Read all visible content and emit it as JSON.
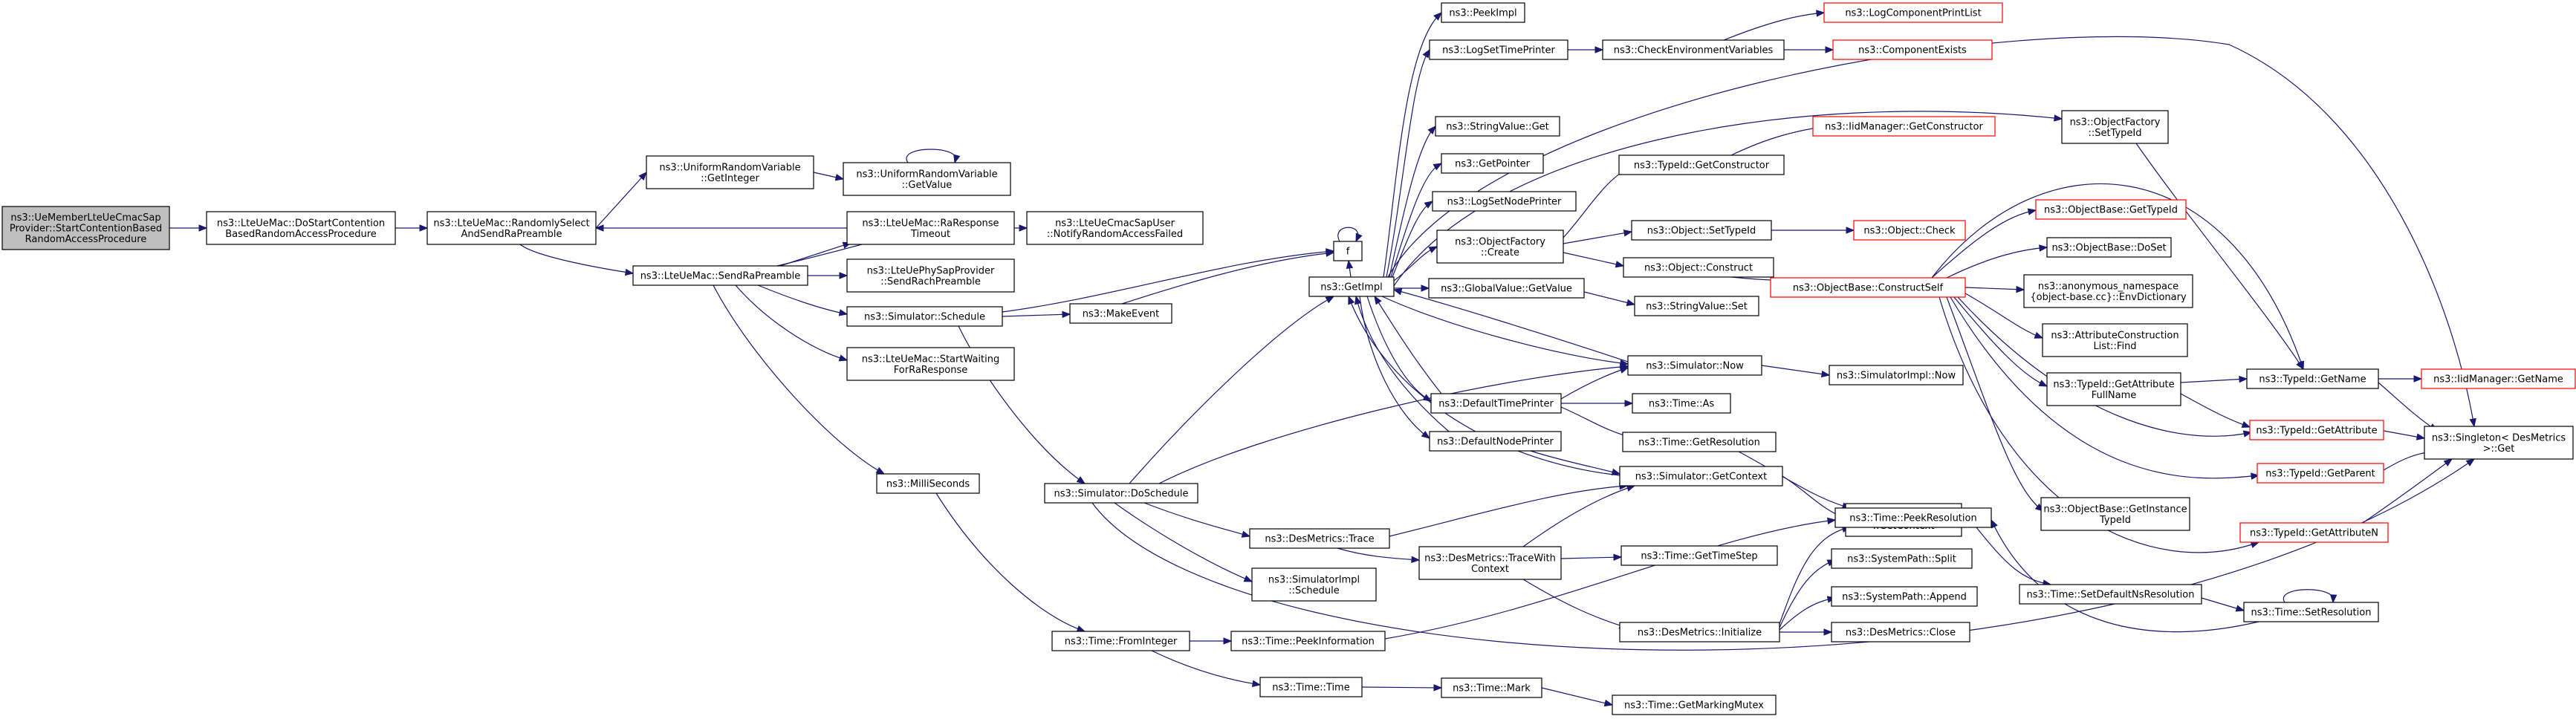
{
  "colors": {
    "edge": "#191970",
    "node_fill": "#ffffff",
    "root_fill": "#bfbfbf",
    "node_border": "#000000",
    "truncated_border": "#ff0000"
  },
  "nodes": [
    {
      "id": "root",
      "lines": [
        "ns3::UeMemberLteUeCmacSap",
        "Provider::StartContentionBased",
        "RandomAccessProcedure"
      ],
      "root": true
    },
    {
      "id": "doStart",
      "lines": [
        "ns3::LteUeMac::DoStartContention",
        "BasedRandomAccessProcedure"
      ]
    },
    {
      "id": "randSel",
      "lines": [
        "ns3::LteUeMac::RandomlySelect",
        "AndSendRaPreamble"
      ]
    },
    {
      "id": "urvGetInt",
      "lines": [
        "ns3::UniformRandomVariable",
        "::GetInteger"
      ]
    },
    {
      "id": "urvGetVal",
      "lines": [
        "ns3::UniformRandomVariable",
        "::GetValue"
      ]
    },
    {
      "id": "raRespTimeout",
      "lines": [
        "ns3::LteUeMac::RaResponse",
        "Timeout"
      ]
    },
    {
      "id": "notifyRaFailed",
      "lines": [
        "ns3::LteUeCmacSapUser",
        "::NotifyRandomAccessFailed"
      ]
    },
    {
      "id": "sendRaPre",
      "lines": [
        "ns3::LteUeMac::SendRaPreamble"
      ]
    },
    {
      "id": "sendRach",
      "lines": [
        "ns3::LteUePhySapProvider",
        "::SendRachPreamble"
      ]
    },
    {
      "id": "simSchedule",
      "lines": [
        "ns3::Simulator::Schedule"
      ]
    },
    {
      "id": "startWait",
      "lines": [
        "ns3::LteUeMac::StartWaiting",
        "ForRaResponse"
      ]
    },
    {
      "id": "milli",
      "lines": [
        "ns3::MilliSeconds"
      ]
    },
    {
      "id": "f",
      "lines": [
        "f"
      ]
    },
    {
      "id": "makeEvent",
      "lines": [
        "ns3::MakeEvent"
      ]
    },
    {
      "id": "doSchedule",
      "lines": [
        "ns3::Simulator::DoSchedule"
      ]
    },
    {
      "id": "getImpl",
      "lines": [
        "ns3::GetImpl"
      ]
    },
    {
      "id": "peekImpl",
      "lines": [
        "ns3::PeekImpl"
      ]
    },
    {
      "id": "logTimePrinter",
      "lines": [
        "ns3::LogSetTimePrinter"
      ]
    },
    {
      "id": "checkEnv",
      "lines": [
        "ns3::CheckEnvironmentVariables"
      ]
    },
    {
      "id": "logCompList",
      "lines": [
        "ns3::LogComponentPrintList"
      ],
      "truncated": true
    },
    {
      "id": "compExists",
      "lines": [
        "ns3::ComponentExists"
      ],
      "truncated": true
    },
    {
      "id": "strValGet",
      "lines": [
        "ns3::StringValue::Get"
      ]
    },
    {
      "id": "getPointer",
      "lines": [
        "ns3::GetPointer"
      ]
    },
    {
      "id": "logNodePrinter",
      "lines": [
        "ns3::LogSetNodePrinter"
      ]
    },
    {
      "id": "objFactCreate",
      "lines": [
        "ns3::ObjectFactory",
        "::Create"
      ]
    },
    {
      "id": "typeIdGetCtor",
      "lines": [
        "ns3::TypeId::GetConstructor"
      ]
    },
    {
      "id": "iidMgrGetCtor",
      "lines": [
        "ns3::IidManager::GetConstructor"
      ],
      "truncated": true
    },
    {
      "id": "objSetTypeId",
      "lines": [
        "ns3::Object::SetTypeId"
      ]
    },
    {
      "id": "objCheck",
      "lines": [
        "ns3::Object::Check"
      ],
      "truncated": true
    },
    {
      "id": "objConstruct",
      "lines": [
        "ns3::Object::Construct"
      ]
    },
    {
      "id": "globalValGet",
      "lines": [
        "ns3::GlobalValue::GetValue"
      ]
    },
    {
      "id": "strValSet",
      "lines": [
        "ns3::StringValue::Set"
      ]
    },
    {
      "id": "objFactSetTypeId",
      "lines": [
        "ns3::ObjectFactory",
        "::SetTypeId"
      ]
    },
    {
      "id": "simNow",
      "lines": [
        "ns3::Simulator::Now"
      ]
    },
    {
      "id": "simImplNow",
      "lines": [
        "ns3::SimulatorImpl::Now"
      ]
    },
    {
      "id": "defTimePrinter",
      "lines": [
        "ns3::DefaultTimePrinter"
      ]
    },
    {
      "id": "timeAs",
      "lines": [
        "ns3::Time::As"
      ]
    },
    {
      "id": "defNodePrinter",
      "lines": [
        "ns3::DefaultNodePrinter"
      ]
    },
    {
      "id": "timeGetRes",
      "lines": [
        "ns3::Time::GetResolution"
      ]
    },
    {
      "id": "simGetCtx",
      "lines": [
        "ns3::Simulator::GetContext"
      ]
    },
    {
      "id": "simImplGetCtx",
      "lines": [
        "ns3::SimulatorImpl",
        "::GetContext"
      ]
    },
    {
      "id": "desTrace",
      "lines": [
        "ns3::DesMetrics::Trace"
      ]
    },
    {
      "id": "simImplSched",
      "lines": [
        "ns3::SimulatorImpl",
        "::Schedule"
      ]
    },
    {
      "id": "desTraceWith",
      "lines": [
        "ns3::DesMetrics::TraceWith",
        "Context"
      ]
    },
    {
      "id": "timeGetStep",
      "lines": [
        "ns3::Time::GetTimeStep"
      ]
    },
    {
      "id": "timePeekRes",
      "lines": [
        "ns3::Time::PeekResolution"
      ]
    },
    {
      "id": "sysPathSplit",
      "lines": [
        "ns3::SystemPath::Split"
      ]
    },
    {
      "id": "sysPathAppend",
      "lines": [
        "ns3::SystemPath::Append"
      ]
    },
    {
      "id": "desInit",
      "lines": [
        "ns3::DesMetrics::Initialize"
      ]
    },
    {
      "id": "desClose",
      "lines": [
        "ns3::DesMetrics::Close"
      ]
    },
    {
      "id": "timeSetDefNs",
      "lines": [
        "ns3::Time::SetDefaultNsResolution"
      ]
    },
    {
      "id": "timeSetRes",
      "lines": [
        "ns3::Time::SetResolution"
      ]
    },
    {
      "id": "timeFromInt",
      "lines": [
        "ns3::Time::FromInteger"
      ]
    },
    {
      "id": "timePeekInfo",
      "lines": [
        "ns3::Time::PeekInformation"
      ]
    },
    {
      "id": "timeTime",
      "lines": [
        "ns3::Time::Time"
      ]
    },
    {
      "id": "timeMark",
      "lines": [
        "ns3::Time::Mark"
      ]
    },
    {
      "id": "timeGetMarkMutex",
      "lines": [
        "ns3::Time::GetMarkingMutex"
      ]
    },
    {
      "id": "objBaseConstructSelf",
      "lines": [
        "ns3::ObjectBase::ConstructSelf"
      ],
      "truncated": true
    },
    {
      "id": "objBaseGetTypeId",
      "lines": [
        "ns3::ObjectBase::GetTypeId"
      ],
      "truncated": true
    },
    {
      "id": "objBaseDoSet",
      "lines": [
        "ns3::ObjectBase::DoSet"
      ]
    },
    {
      "id": "anonEnvDict",
      "lines": [
        "ns3::anonymous_namespace",
        "{object-base.cc}::EnvDictionary"
      ]
    },
    {
      "id": "attrConstrFind",
      "lines": [
        "ns3::AttributeConstruction",
        "List::Find"
      ]
    },
    {
      "id": "typeIdGetAttrFull",
      "lines": [
        "ns3::TypeId::GetAttribute",
        "FullName"
      ]
    },
    {
      "id": "objBaseGetInstTid",
      "lines": [
        "ns3::ObjectBase::GetInstance",
        "TypeId"
      ]
    },
    {
      "id": "typeIdGetName",
      "lines": [
        "ns3::TypeId::GetName"
      ]
    },
    {
      "id": "iidMgrGetName",
      "lines": [
        "ns3::IidManager::GetName"
      ],
      "truncated": true
    },
    {
      "id": "typeIdGetAttr",
      "lines": [
        "ns3::TypeId::GetAttribute"
      ],
      "truncated": true
    },
    {
      "id": "typeIdGetParent",
      "lines": [
        "ns3::TypeId::GetParent"
      ],
      "truncated": true
    },
    {
      "id": "typeIdGetAttrN",
      "lines": [
        "ns3::TypeId::GetAttributeN"
      ],
      "truncated": true
    },
    {
      "id": "singletonGet",
      "lines": [
        "ns3::Singleton< DesMetrics",
        ">::Get"
      ]
    }
  ]
}
